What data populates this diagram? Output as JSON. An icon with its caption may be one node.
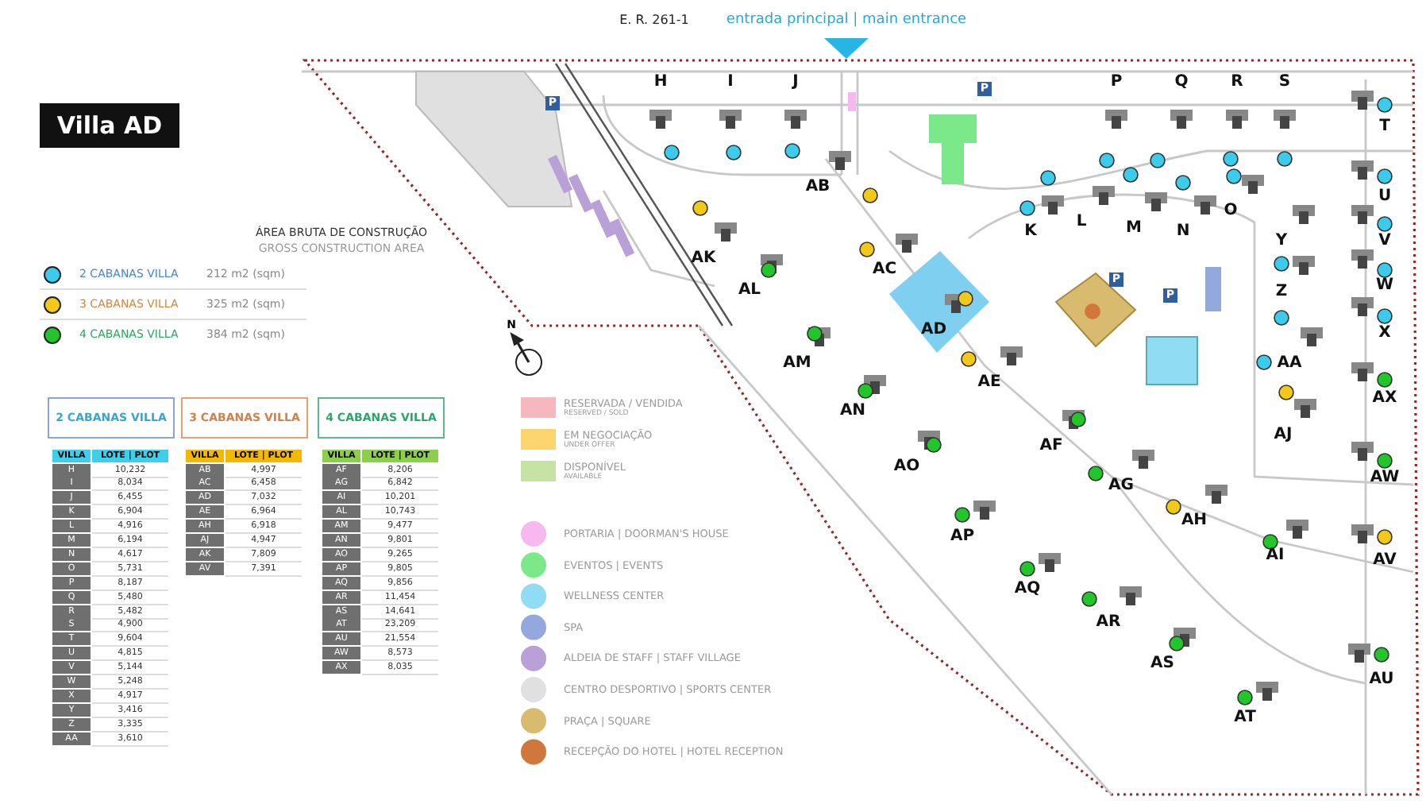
{
  "diagram": {
    "title": "Villa AD",
    "labels": [
      "E. R. 261-1",
      "entrada principal | main entrance",
      "ÁREA BRUTA DE CONSTRUÇÃO",
      "GROSS CONSTRUCTION AREA",
      "212 m2 (sqm)",
      "325 m2 (sqm)",
      "384 m2 (sqm)",
      "H",
      "I",
      "J",
      "P",
      "Q",
      "R",
      "S",
      "T",
      "AB",
      "K",
      "L",
      "M",
      "N",
      "O",
      "AK",
      "U",
      "AC",
      "Y",
      "V",
      "AL",
      "W",
      "Z",
      "AD",
      "X",
      "AM",
      "AA",
      "AE",
      "AX",
      "AN",
      "AJ",
      "AF",
      "AO",
      "AG",
      "AW",
      "AH",
      "AP",
      "AI",
      "AV",
      "AQ",
      "AR",
      "AS",
      "AU",
      "AT",
      "2 CABANAS VILLA",
      "VILLA",
      "LOTE | PLOT",
      "H",
      "10,232",
      "I",
      "8,034",
      "J",
      "6,455",
      "K",
      "6,904",
      "L",
      "4,916",
      "M",
      "6,194",
      "N",
      "4,617",
      "O",
      "5,731",
      "P",
      "8,187",
      "Q",
      "5,480",
      "R",
      "5,482",
      "S",
      "4,900",
      "T",
      "9,604",
      "U",
      "4,815",
      "V",
      "5,144",
      "W",
      "5,248",
      "X",
      "4,917",
      "Y",
      "3,416",
      "Z",
      "3,335",
      "AA",
      "3,610",
      "3 CABANAS VILLA",
      "VILLA",
      "LOTE | PLOT",
      "AB",
      "4,997",
      "AC",
      "6,458",
      "AD",
      "7,032",
      "AE",
      "6,964",
      "AH",
      "6,918",
      "AJ",
      "4,947",
      "AK",
      "7,809",
      "AV",
      "7,391",
      "4 CABANAS VILLA",
      "VILLA",
      "LOTE | PLOT",
      "AF",
      "8,206",
      "AG",
      "6,842",
      "AI",
      "10,201",
      "AL",
      "10,743",
      "AM",
      "9,477",
      "AN",
      "9,801",
      "AO",
      "9,265",
      "AP",
      "9,805",
      "AQ",
      "9,856",
      "AR",
      "11,454",
      "AS",
      "14,641",
      "AT",
      "23,209",
      "AU",
      "21,554",
      "AW",
      "8,573",
      "AX",
      "8,035",
      "RESERVED / SOLD",
      "UNDER OFFER",
      "AVAILABLE",
      "P",
      "P",
      "P",
      "P",
      "N"
    ],
    "legend": [
      {
        "text": "2 CABANAS VILLA",
        "color": "#3ccbea"
      },
      {
        "text": "3 CABANAS VILLA",
        "color": "#f2c81a"
      },
      {
        "text": "4 CABANAS VILLA",
        "color": "#22c52a"
      },
      {
        "text": "RESERVADA / VENDIDA",
        "color": "#f7b8bd"
      },
      {
        "text": "EM NEGOCIAÇÃO",
        "color": "#fcd56e"
      },
      {
        "text": "DISPONÍVEL",
        "color": "#c6e3a4"
      },
      {
        "text": "PORTARIA | DOORMAN'S HOUSE",
        "color": "#f7b8f0"
      },
      {
        "text": "EVENTOS | EVENTS",
        "color": "#7be88a"
      },
      {
        "text": "WELLNESS CENTER",
        "color": "#8fdcf3"
      },
      {
        "text": "SPA",
        "color": "#93a9de"
      },
      {
        "text": "ALDEIA DE STAFF | STAFF VILLAGE",
        "color": "#b9a0d6"
      },
      {
        "text": "CENTRO DESPORTIVO | SPORTS CENTER",
        "color": "#e0e0e0"
      },
      {
        "text": "PRAÇA | SQUARE",
        "color": "#d8bb6e"
      },
      {
        "text": "RECEPÇÃO DO HOTEL | HOTEL RECEPTION",
        "color": "#d2773c"
      }
    ]
  }
}
